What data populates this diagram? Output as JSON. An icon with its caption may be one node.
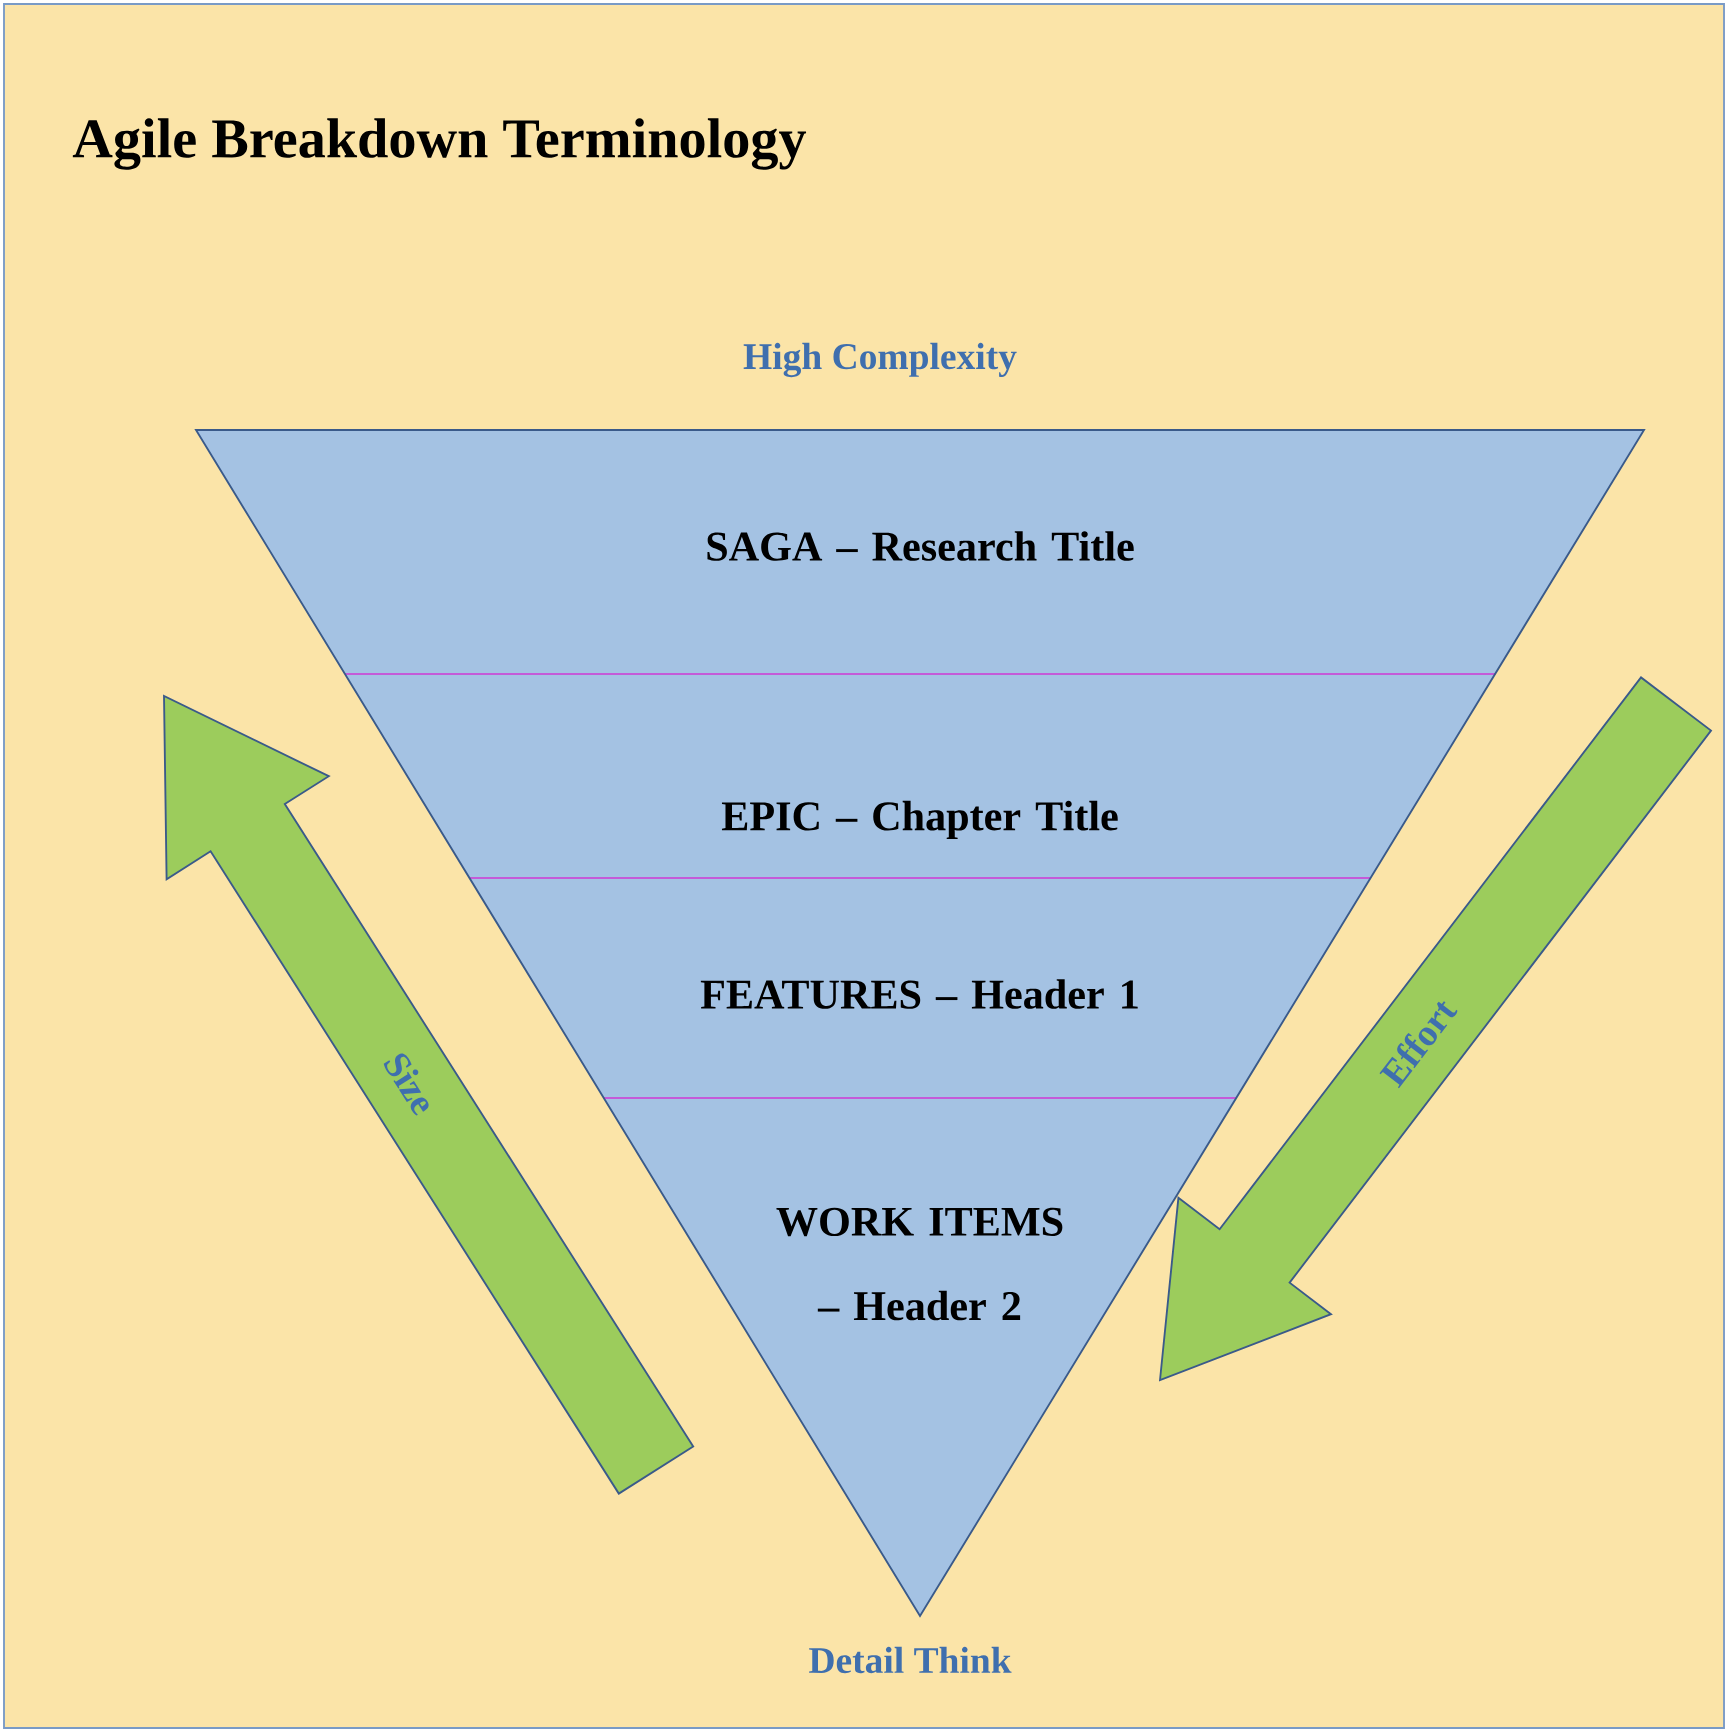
{
  "diagram": {
    "title": "Agile Breakdown Terminology",
    "nodes": [
      {
        "text": [
          "SAGA – Research Title"
        ]
      },
      {
        "text": [
          "EPIC – Chapter Title"
        ]
      },
      {
        "text": [
          "FEATURES – Header 1"
        ]
      },
      {
        "text": [
          "WORK ITEMS – Header 2"
        ]
      }
    ],
    "labels": [
      "High Complexity",
      "Size",
      "Effort",
      "Detail Think"
    ]
  }
}
